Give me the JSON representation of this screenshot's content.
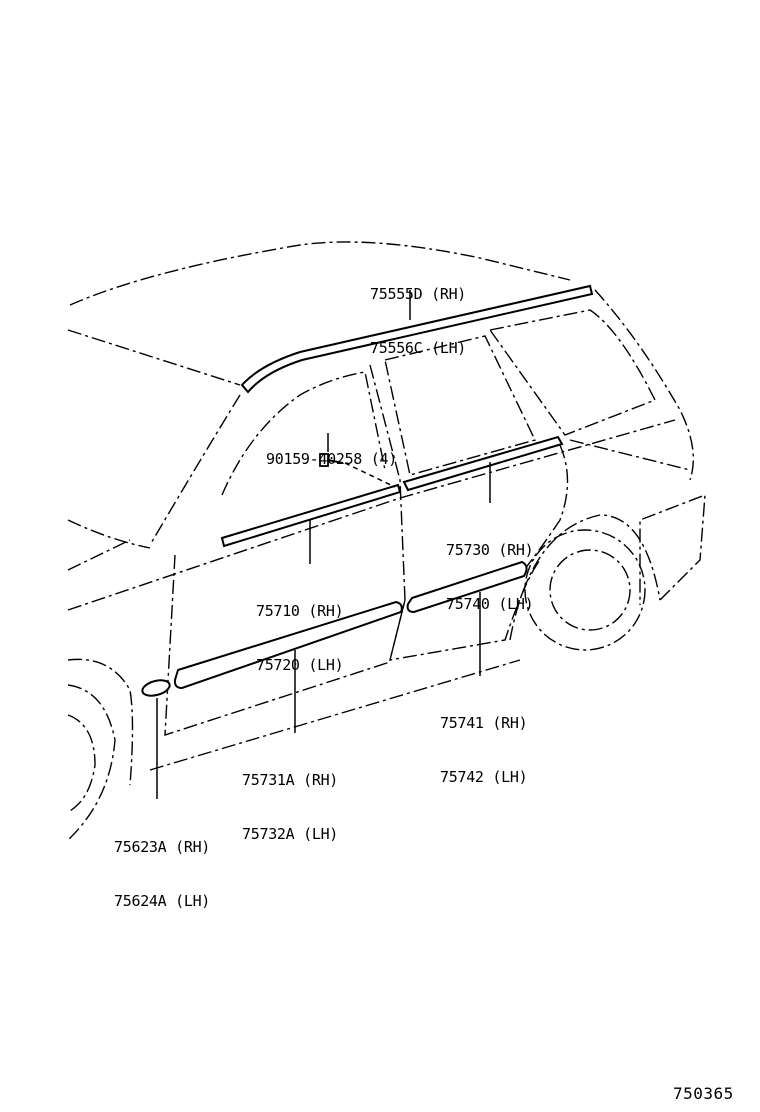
{
  "parts": {
    "roof_molding": {
      "rh": "75555D (RH)",
      "lh": "75556C (LH)"
    },
    "screw": {
      "label": "90159-40258 (4)"
    },
    "rear_door_belt_molding": {
      "rh": "75730 (RH)",
      "lh": "75740 (LH)"
    },
    "front_door_belt_molding": {
      "rh": "75710 (RH)",
      "lh": "75720 (LH)"
    },
    "rear_door_side_molding": {
      "rh": "75741 (RH)",
      "lh": "75742 (LH)"
    },
    "front_door_side_molding": {
      "rh": "75731A (RH)",
      "lh": "75732A (LH)"
    },
    "fender_molding": {
      "rh": "75623A (RH)",
      "lh": "75624A (LH)"
    }
  },
  "figure_number": "750365"
}
